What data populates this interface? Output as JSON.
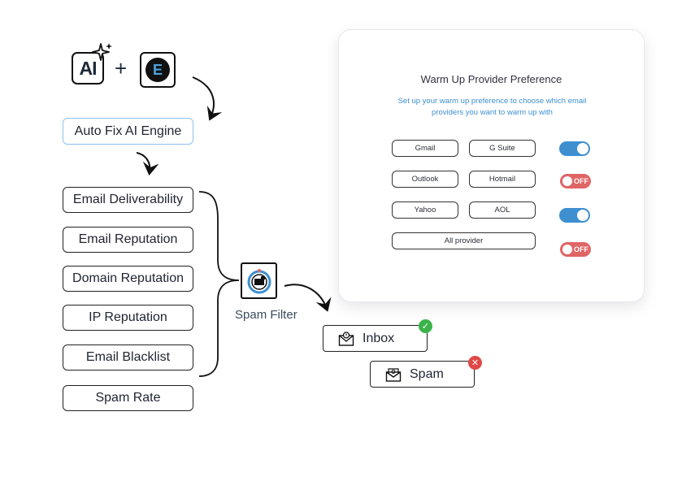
{
  "header": {
    "ai_icon_text": "AI",
    "plus": "+",
    "brand_letter": "E"
  },
  "engine_label": "Auto Fix AI Engine",
  "factors": [
    "Email Deliverability",
    "Email Reputation",
    "Domain Reputation",
    "IP Reputation",
    "Email Blacklist",
    "Spam Rate"
  ],
  "filter_label": "Spam Filter",
  "panel": {
    "title": "Warm Up Provider Preference",
    "subtitle": "Set up your warm up preference to choose which email providers you want to warm up with",
    "rows": [
      {
        "providers": [
          "Gmail",
          "G Suite"
        ],
        "toggle": "on"
      },
      {
        "providers": [
          "Outlook",
          "Hotmail"
        ],
        "toggle": "off"
      },
      {
        "providers": [
          "Yahoo",
          "AOL"
        ],
        "toggle": "on"
      },
      {
        "providers": [
          "All provider"
        ],
        "toggle": "off"
      }
    ],
    "off_label": "OFF"
  },
  "outcomes": {
    "inbox": "Inbox",
    "spam": "Spam"
  },
  "colors": {
    "accent": "#3d8fd0",
    "off": "#e06565",
    "success": "#3bb34a",
    "danger": "#e04848"
  }
}
